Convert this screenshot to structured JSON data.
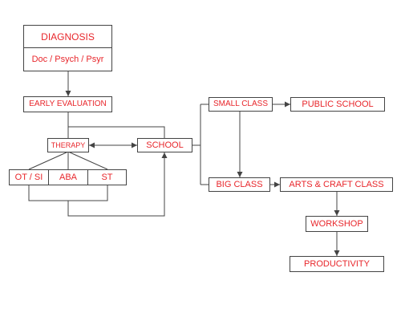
{
  "colors": {
    "text": "#e8262b",
    "line": "#444444",
    "background": "#ffffff"
  },
  "nodes": {
    "diagnosis": "DIAGNOSIS",
    "specialists": "Doc / Psych / Psyr",
    "early_evaluation": "EARLY EVALUATION",
    "therapy": "THERAPY",
    "school": "SCHOOL",
    "ot_si": "OT / SI",
    "aba": "ABA",
    "st": "ST",
    "small_class": "SMALL CLASS",
    "public_school": "PUBLIC SCHOOL",
    "big_class": "BIG CLASS",
    "arts_craft_class": "ARTS & CRAFT CLASS",
    "workshop": "WORKSHOP",
    "productivity": "PRODUCTIVITY"
  }
}
